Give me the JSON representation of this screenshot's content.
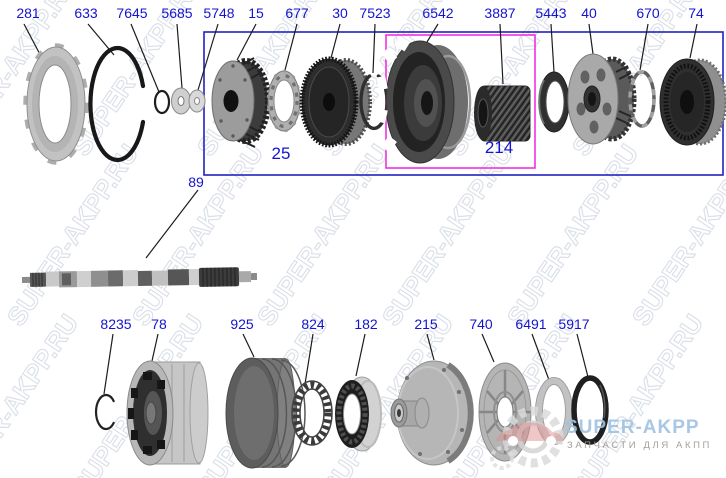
{
  "watermark": {
    "text": "SUPER-AKPP.RU"
  },
  "callouts": {
    "top": [
      "281",
      "633",
      "7645",
      "5685",
      "5748",
      "15",
      "677",
      "30",
      "7523",
      "6542",
      "3887",
      "5443",
      "40",
      "670",
      "74"
    ],
    "middle": [
      "89"
    ],
    "bottom": [
      "8235",
      "78",
      "925",
      "824",
      "182",
      "215",
      "740",
      "6491",
      "5917"
    ],
    "groups": [
      "25",
      "214"
    ]
  },
  "logo": {
    "title": "SUPER-AKPP",
    "subtitle": "ЗАПЧАСТИ ДЛЯ АКПП"
  },
  "colors": {
    "callout_text": "#1414cf",
    "group_box_blue": "#2222c0",
    "group_box_magenta": "#f031e0",
    "leader_line": "#1c1c1c",
    "watermark": "#d4dae4",
    "logo_title": "#9fc2e2",
    "logo_subtitle": "#a39a92"
  }
}
